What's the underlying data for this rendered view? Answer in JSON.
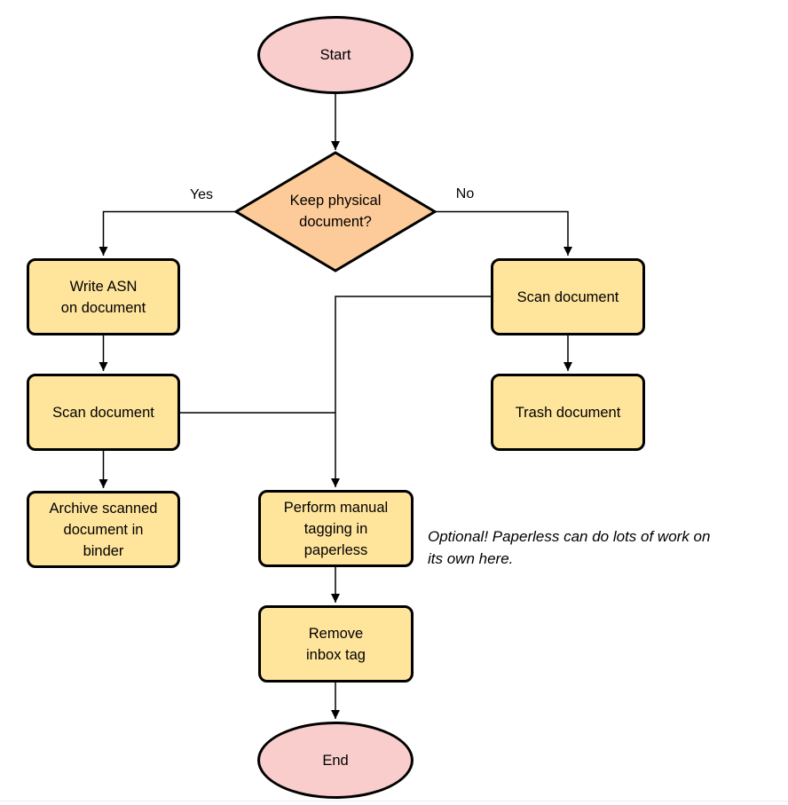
{
  "flowchart": {
    "nodes": {
      "start": {
        "label": "Start",
        "type": "terminator"
      },
      "decision": {
        "label": "Keep physical\ndocument?",
        "type": "decision"
      },
      "write_asn": {
        "label": "Write ASN\non document",
        "type": "process"
      },
      "scan_left": {
        "label": "Scan document",
        "type": "process"
      },
      "archive": {
        "label": "Archive scanned\ndocument in\nbinder",
        "type": "process"
      },
      "scan_right": {
        "label": "Scan document",
        "type": "process"
      },
      "trash": {
        "label": "Trash document",
        "type": "process"
      },
      "tagging": {
        "label": "Perform manual\ntagging in\npaperless",
        "type": "process"
      },
      "remove_inbox": {
        "label": "Remove\ninbox tag",
        "type": "process"
      },
      "end": {
        "label": "End",
        "type": "terminator"
      }
    },
    "edge_labels": {
      "yes": "Yes",
      "no": "No"
    },
    "edges": [
      {
        "from": "start",
        "to": "decision"
      },
      {
        "from": "decision",
        "to": "write_asn",
        "label": "Yes"
      },
      {
        "from": "decision",
        "to": "scan_right",
        "label": "No"
      },
      {
        "from": "write_asn",
        "to": "scan_left"
      },
      {
        "from": "scan_left",
        "to": "archive"
      },
      {
        "from": "scan_left",
        "to": "tagging"
      },
      {
        "from": "scan_right",
        "to": "trash"
      },
      {
        "from": "scan_right",
        "to": "tagging"
      },
      {
        "from": "tagging",
        "to": "remove_inbox"
      },
      {
        "from": "remove_inbox",
        "to": "end"
      }
    ],
    "annotation": "Optional! Paperless can do lots of work on\nits own here.",
    "colors": {
      "terminator_fill": "#f8cdcc",
      "decision_fill": "#fdcb99",
      "process_fill": "#ffe49c",
      "stroke": "#000000"
    }
  }
}
